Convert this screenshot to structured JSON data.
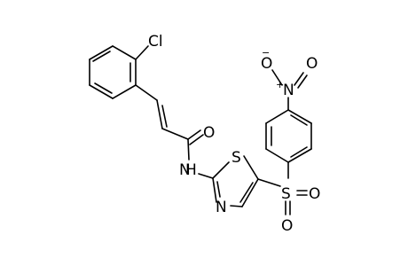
{
  "atoms": {
    "cl": "Cl",
    "o_amide": "O",
    "nh": "N",
    "nh_h": "H",
    "s_ring": "S",
    "n_ring": "N",
    "s_sulfonyl": "S",
    "o_sulfonyl_1": "O",
    "o_sulfonyl_2": "O",
    "n_nitro": "N",
    "n_nitro_charge": "+",
    "o_nitro_1": "O",
    "o_nitro_1_charge": "−",
    "o_nitro_2": "O"
  }
}
